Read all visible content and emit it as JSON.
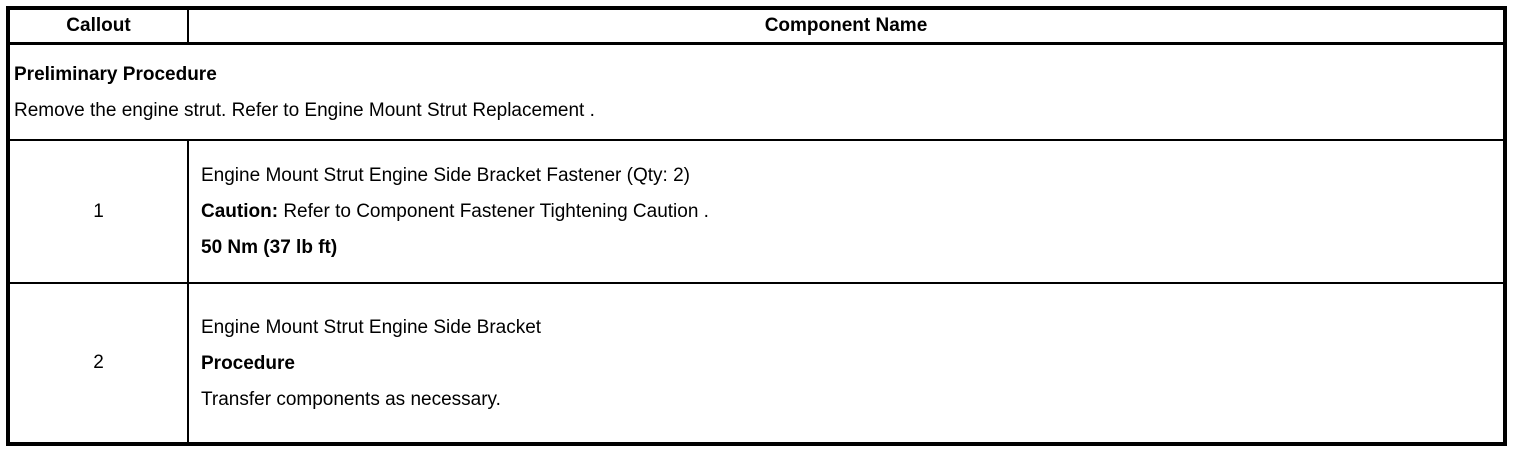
{
  "table": {
    "headers": {
      "callout": "Callout",
      "component": "Component Name"
    },
    "preliminary": {
      "title": "Preliminary Procedure",
      "text": "Remove the engine strut. Refer to Engine Mount Strut Replacement ."
    },
    "rows": [
      {
        "callout": "1",
        "component": "Engine Mount Strut Engine Side Bracket Fastener (Qty: 2)",
        "caution_label": "Caution:",
        "caution_text": " Refer to Component Fastener Tightening Caution .",
        "torque": "50 Nm (37 lb ft)"
      },
      {
        "callout": "2",
        "component": "Engine Mount Strut Engine Side Bracket",
        "procedure_label": "Procedure",
        "procedure_text": "Transfer components as necessary."
      }
    ]
  }
}
